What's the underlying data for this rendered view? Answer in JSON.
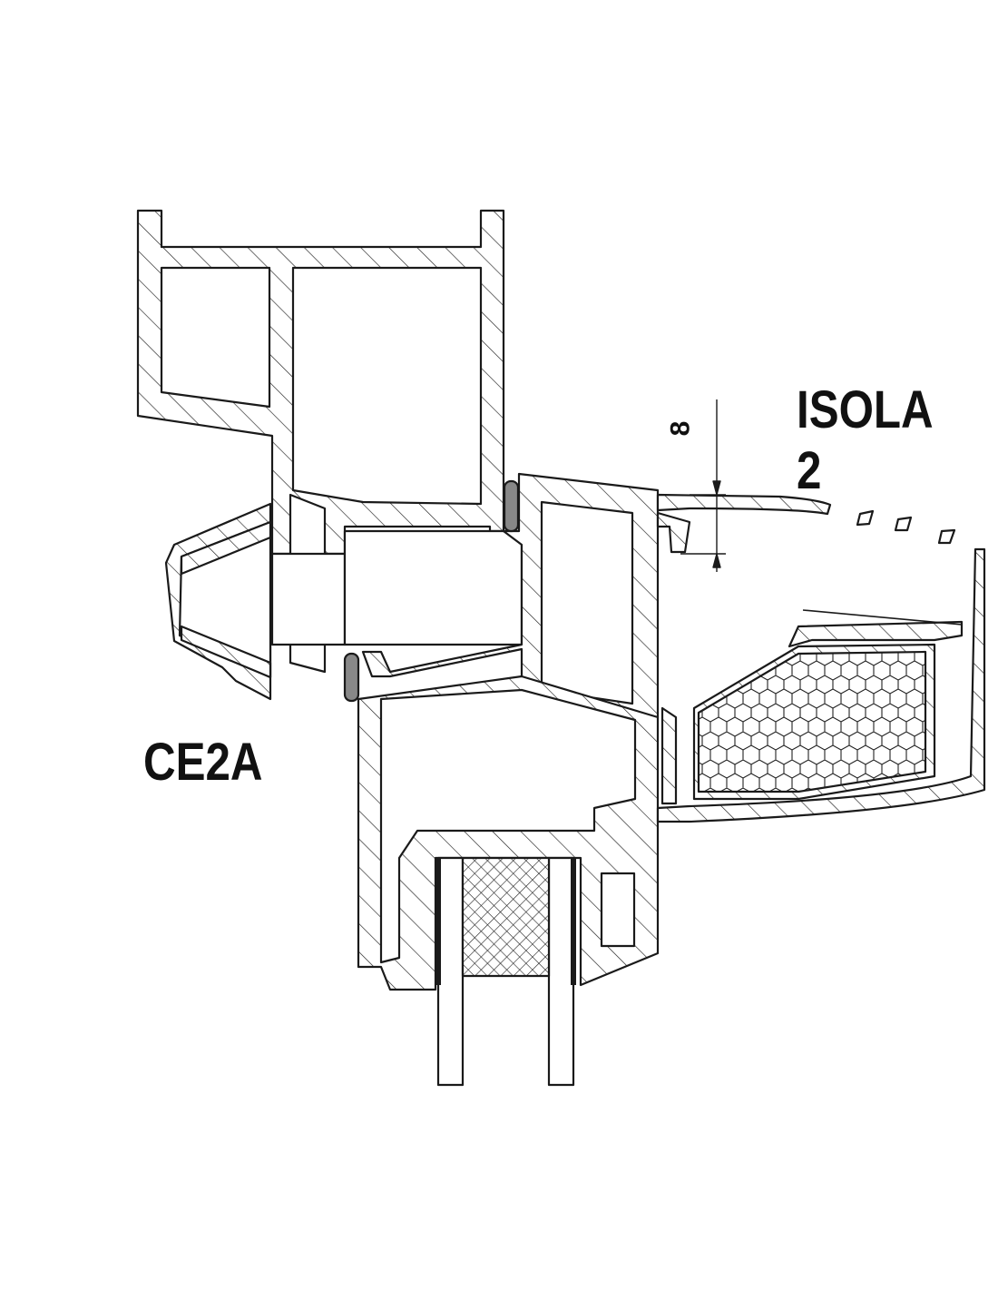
{
  "labels": {
    "product_right": "ISOLA 2",
    "product_left": "CE2A",
    "dimension": "8"
  },
  "colors": {
    "line": "#1a1a1a",
    "background": "#ffffff"
  }
}
